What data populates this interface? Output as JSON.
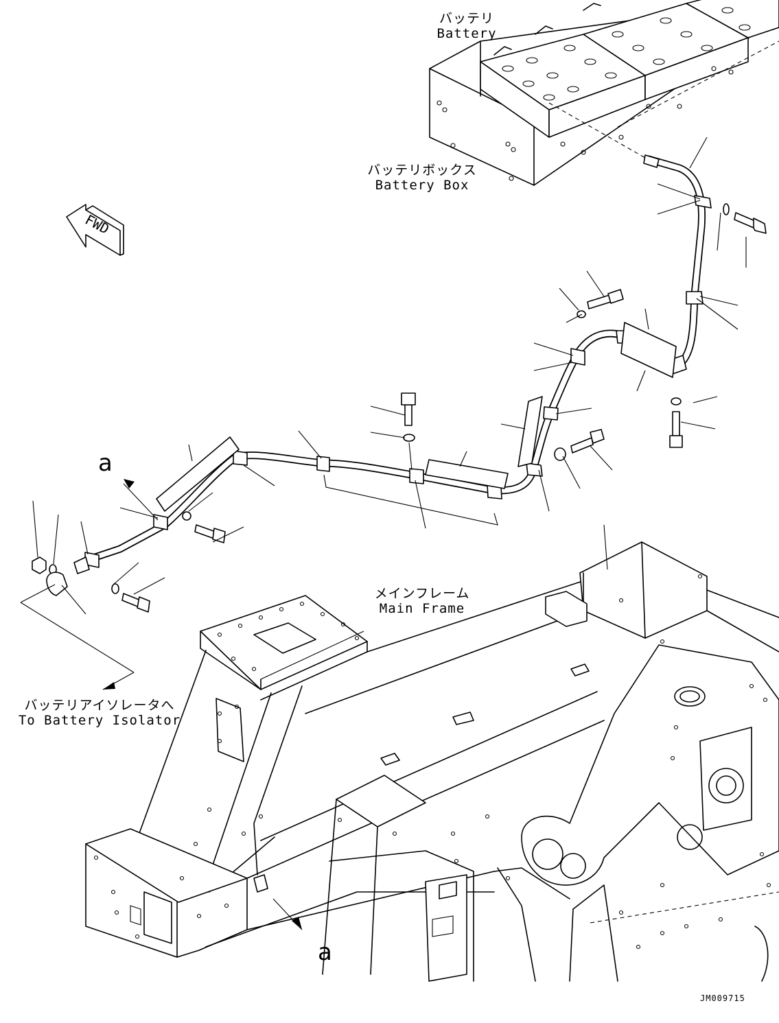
{
  "labels": {
    "battery_jp": "バッテリ",
    "battery_en": "Battery",
    "battery_box_jp": "バッテリボックス",
    "battery_box_en": "Battery Box",
    "fwd": "FWD",
    "main_frame_jp": "メインフレーム",
    "main_frame_en": "Main Frame",
    "isolator_jp": "バッテリアイソレータへ",
    "isolator_en": "To Battery Isolator",
    "detail_a_top": "a",
    "detail_a_bottom": "a"
  },
  "drawing_code": "JM009715"
}
